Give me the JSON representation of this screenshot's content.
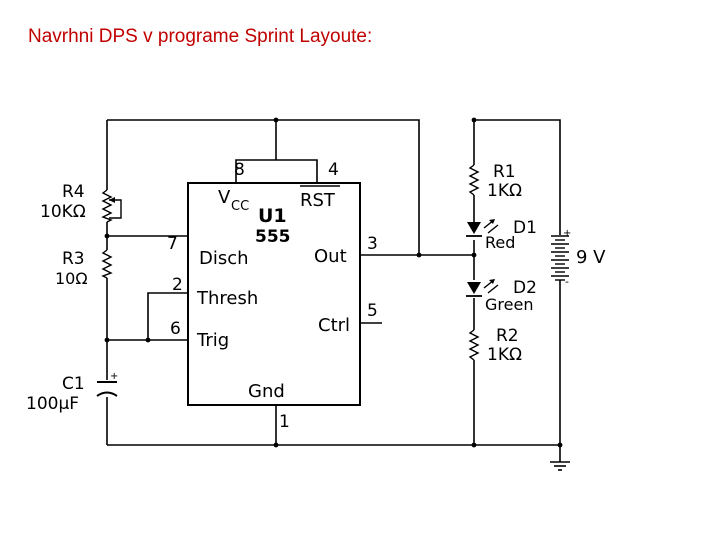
{
  "title": "Navrhni DPS v programe Sprint Layoute:",
  "ic": {
    "ref": "U1",
    "part": "555",
    "pins": {
      "p8": "8",
      "p4": "4",
      "p7": "7",
      "p3": "3",
      "p2": "2",
      "p5": "5",
      "p6": "6",
      "p1": "1"
    },
    "labels": {
      "vcc": "V",
      "vcc_sub": "CC",
      "rst": "RST",
      "disch": "Disch",
      "out": "Out",
      "thresh": "Thresh",
      "ctrl": "Ctrl",
      "trig": "Trig",
      "gnd": "Gnd"
    }
  },
  "components": {
    "r4": {
      "ref": "R4",
      "value": "10KΩ"
    },
    "r3": {
      "ref": "R3",
      "value": "10Ω"
    },
    "c1": {
      "ref": "C1",
      "value": "100µF",
      "polarity": "+"
    },
    "r1": {
      "ref": "R1",
      "value": "1KΩ"
    },
    "d1": {
      "ref": "D1",
      "value": "Red"
    },
    "d2": {
      "ref": "D2",
      "value": "Green"
    },
    "r2": {
      "ref": "R2",
      "value": "1KΩ"
    },
    "battery": {
      "value": "9 V",
      "plus": "+",
      "minus": "-"
    }
  }
}
